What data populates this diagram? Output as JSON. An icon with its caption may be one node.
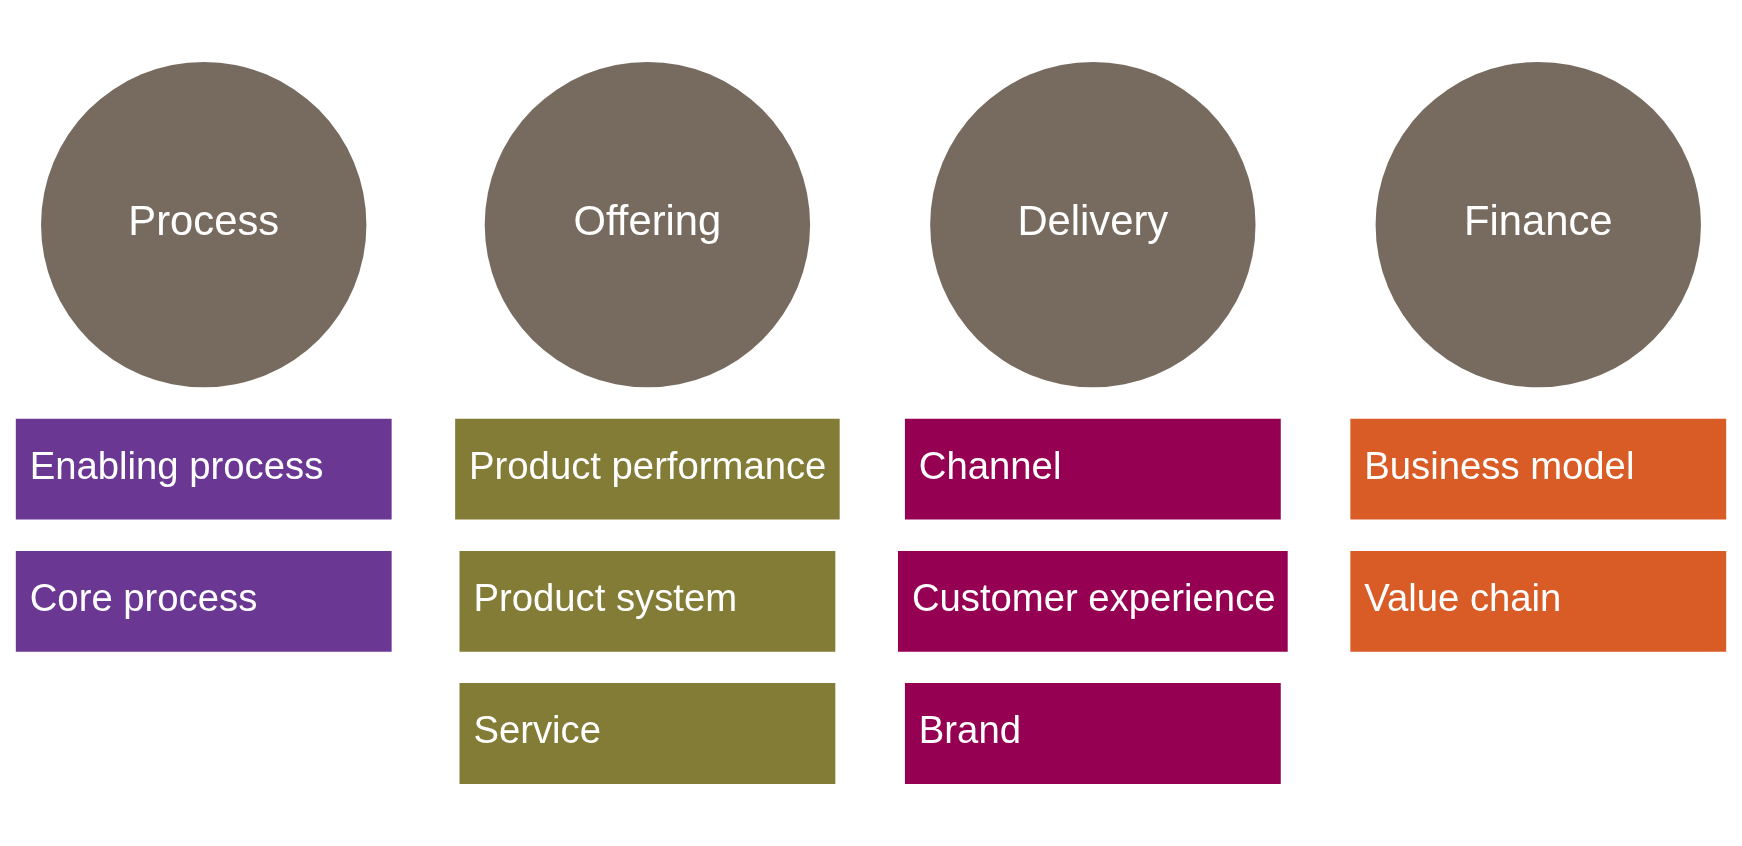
{
  "diagram": {
    "nodes": [
      {
        "text": [
          "Process"
        ]
      },
      {
        "text": [
          "Offering"
        ]
      },
      {
        "text": [
          "Delivery"
        ]
      },
      {
        "text": [
          "Finance"
        ]
      },
      {
        "text": [
          "Enabling process"
        ]
      },
      {
        "text": [
          "Core process"
        ]
      },
      {
        "text": [
          "Product performance"
        ]
      },
      {
        "text": [
          "Product system"
        ]
      },
      {
        "text": [
          "Service"
        ]
      },
      {
        "text": [
          "Channel"
        ]
      },
      {
        "text": [
          "Customer experience"
        ]
      },
      {
        "text": [
          "Brand"
        ]
      },
      {
        "text": [
          "Business model"
        ]
      },
      {
        "text": [
          "Value chain"
        ]
      }
    ]
  }
}
